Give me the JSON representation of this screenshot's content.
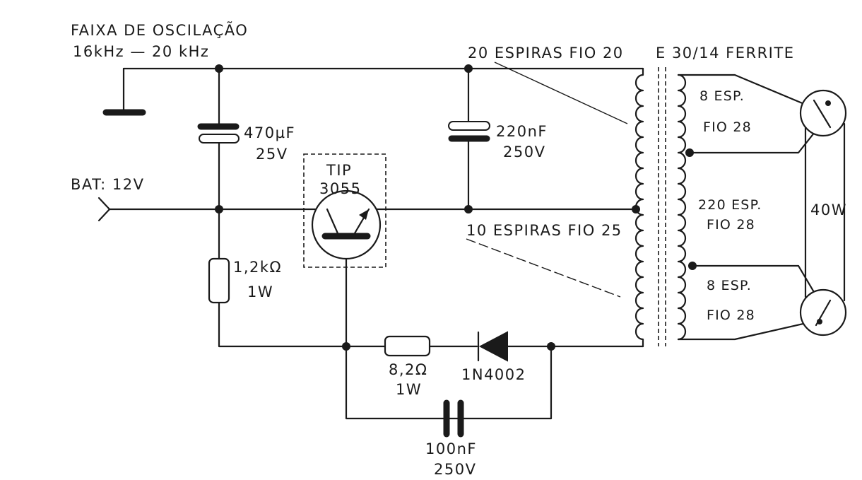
{
  "labels": {
    "freq_title": "FAIXA DE OSCILAÇÃO",
    "freq_range": "16kHz — 20 kHz",
    "battery": "BAT: 12V",
    "c1_value": "470µF",
    "c1_voltage": "25V",
    "transistor_line1": "TIP",
    "transistor_line2": "3055",
    "c2_value": "220nF",
    "c2_voltage": "250V",
    "r1_value": "1,2kΩ",
    "r1_power": "1W",
    "r2_value": "8,2Ω",
    "r2_power": "1W",
    "diode": "1N4002",
    "c3_value": "100nF",
    "c3_voltage": "250V",
    "primary_winding": "20 ESPIRAS  FIO 20",
    "core": "E 30/14 FERRITE",
    "feedback_winding": "10 ESPIRAS FIO 25",
    "sec1_turns": "8 ESP.",
    "sec1_wire": "FIO 28",
    "sec2_turns": "220 ESP.",
    "sec2_wire": "FIO 28",
    "sec3_turns": "8 ESP.",
    "sec3_wire": "FIO 28",
    "lamp": "40W"
  }
}
